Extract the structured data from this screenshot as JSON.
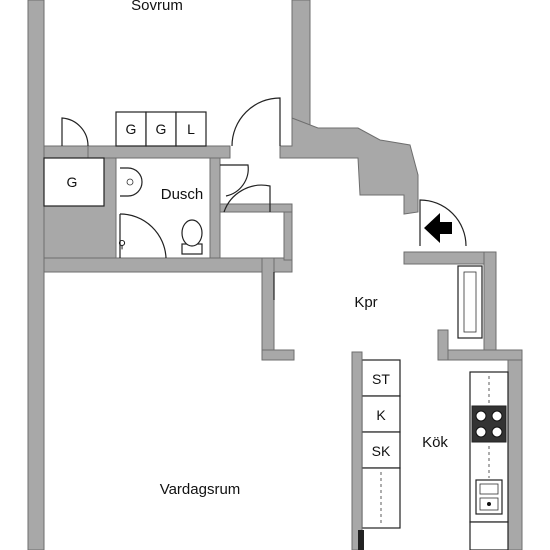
{
  "rooms": {
    "bedroom": "Sovrum",
    "shower": "Dusch",
    "hallway": "Kpr",
    "kitchen": "Kök",
    "living_room": "Vardagsrum"
  },
  "fixtures": {
    "closets_top": [
      "G",
      "G",
      "L"
    ],
    "closet_left": "G",
    "kitchen_units": [
      "ST",
      "K",
      "SK"
    ]
  }
}
